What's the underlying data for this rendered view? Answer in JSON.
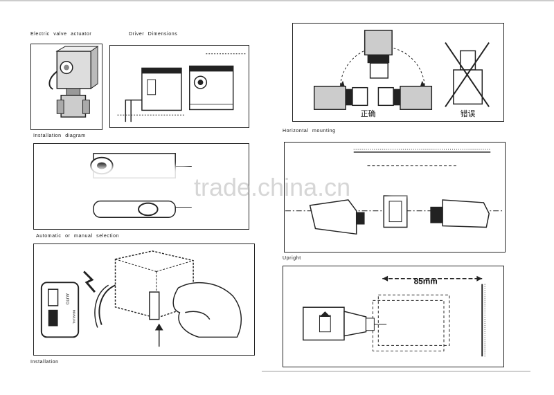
{
  "captions": {
    "electric_valve_actuator": "Electric valve actuator",
    "driver_dimensions": "Driver Dimensions",
    "installation_diagram": "Installation diagram",
    "automatic_or_manual": "Automatic or manual selection",
    "installation": "Installation",
    "horizontal_mounting": "Horizontal mounting",
    "upright": "Upright"
  },
  "labels": {
    "correct": "正确",
    "wrong": "错误",
    "auto": "AUTO",
    "manual": "MANUAL",
    "distance": "85mm"
  },
  "watermark": "trade.china.cn"
}
